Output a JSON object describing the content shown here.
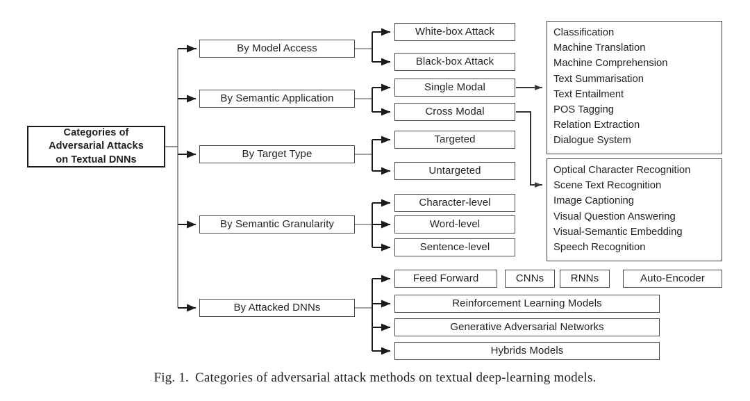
{
  "figure": {
    "caption_label": "Fig. 1.",
    "caption_text": "Categories of adversarial attack methods on textual deep-learning models."
  },
  "colors": {
    "background": "#ffffff",
    "box_border": "#4a4a4a",
    "root_border": "#1a1a1a",
    "panel_border": "#3b3b3b",
    "text": "#231f20",
    "connector": "#1a1a1a",
    "thin_connector": "#6b6b6b"
  },
  "root": {
    "line1": "Categories of",
    "line2": "Adversarial Attacks",
    "line3": "on Textual DNNs"
  },
  "branches": [
    {
      "id": "by-model-access",
      "label": "By Model Access",
      "children": [
        {
          "id": "white-box-attack",
          "label": "White-box Attack"
        },
        {
          "id": "black-box-attack",
          "label": "Black-box Attack"
        }
      ]
    },
    {
      "id": "by-semantic-application",
      "label": "By Semantic Application",
      "children": [
        {
          "id": "single-modal",
          "label": "Single Modal"
        },
        {
          "id": "cross-modal",
          "label": "Cross Modal"
        }
      ]
    },
    {
      "id": "by-target-type",
      "label": "By Target Type",
      "children": [
        {
          "id": "targeted",
          "label": "Targeted"
        },
        {
          "id": "untargeted",
          "label": "Untargeted"
        }
      ]
    },
    {
      "id": "by-semantic-granularity",
      "label": "By Semantic Granularity",
      "children": [
        {
          "id": "character-level",
          "label": "Character-level"
        },
        {
          "id": "word-level",
          "label": "Word-level"
        },
        {
          "id": "sentence-level",
          "label": "Sentence-level"
        }
      ]
    },
    {
      "id": "by-attacked-dnns",
      "label": "By Attacked DNNs",
      "children": [
        {
          "id": "feed-forward",
          "label": "Feed Forward"
        },
        {
          "id": "cnns",
          "label": "CNNs"
        },
        {
          "id": "rnns",
          "label": "RNNs"
        },
        {
          "id": "auto-encoder",
          "label": "Auto-Encoder"
        },
        {
          "id": "reinforcement-learning-models",
          "label": "Reinforcement Learning Models"
        },
        {
          "id": "generative-adversarial-networks",
          "label": "Generative Adversarial Networks"
        },
        {
          "id": "hybrids-models",
          "label": "Hybrids Models"
        }
      ]
    }
  ],
  "panels": [
    {
      "id": "single-modal-tasks",
      "source": "single-modal",
      "items": [
        "Classification",
        "Machine Translation",
        "Machine Comprehension",
        "Text Summarisation",
        "Text Entailment",
        "POS Tagging",
        "Relation Extraction",
        "Dialogue System"
      ]
    },
    {
      "id": "cross-modal-tasks",
      "source": "cross-modal",
      "items": [
        "Optical Character Recognition",
        "Scene Text Recognition",
        "Image Captioning",
        "Visual Question Answering",
        "Visual-Semantic Embedding",
        "Speech Recognition"
      ]
    }
  ]
}
